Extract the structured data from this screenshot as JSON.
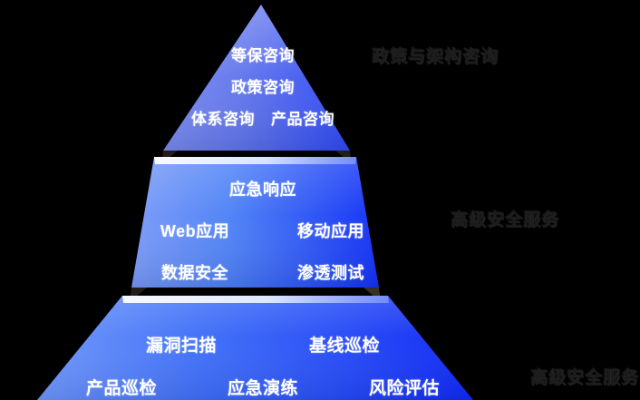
{
  "diagram": {
    "type": "pyramid",
    "background_color": "#000000",
    "levels": 3,
    "gradient": {
      "light": "#6e83ea",
      "mid": "#4f86f7",
      "dark": "#0f28f5"
    },
    "tiers": [
      {
        "id": "tier-1",
        "position": "apex",
        "side_label": "政策与架构咨询",
        "rows": [
          [
            "等保咨询"
          ],
          [
            "政策咨询"
          ],
          [
            "体系咨询",
            "产品咨询"
          ]
        ]
      },
      {
        "id": "tier-2",
        "position": "middle",
        "side_label": "高级安全服务",
        "rows": [
          [
            "应急响应"
          ],
          [
            "Web应用",
            "移动应用"
          ],
          [
            "数据安全",
            "渗透测试"
          ]
        ]
      },
      {
        "id": "tier-3",
        "position": "base",
        "side_label": "高级安全服务",
        "rows": [
          [
            "漏洞扫描",
            "基线巡检"
          ],
          [
            "产品巡检",
            "应急演练",
            "风险评估"
          ]
        ]
      }
    ]
  },
  "tier1": {
    "row1_c1": "等保咨询",
    "row2_c1": "政策咨询",
    "row3_c1": "体系咨询",
    "row3_c2": "产品咨询"
  },
  "tier2": {
    "row1_c1": "应急响应",
    "row2_c1": "Web应用",
    "row2_c2": "移动应用",
    "row3_c1": "数据安全",
    "row3_c2": "渗透测试"
  },
  "tier3": {
    "row1_c1": "漏洞扫描",
    "row1_c2": "基线巡检",
    "row2_c1": "产品巡检",
    "row2_c2": "应急演练",
    "row2_c3": "风险评估"
  },
  "side_labels": {
    "top": "政策与架构咨询",
    "middle": "高级安全服务",
    "bottom": "高级安全服务"
  }
}
